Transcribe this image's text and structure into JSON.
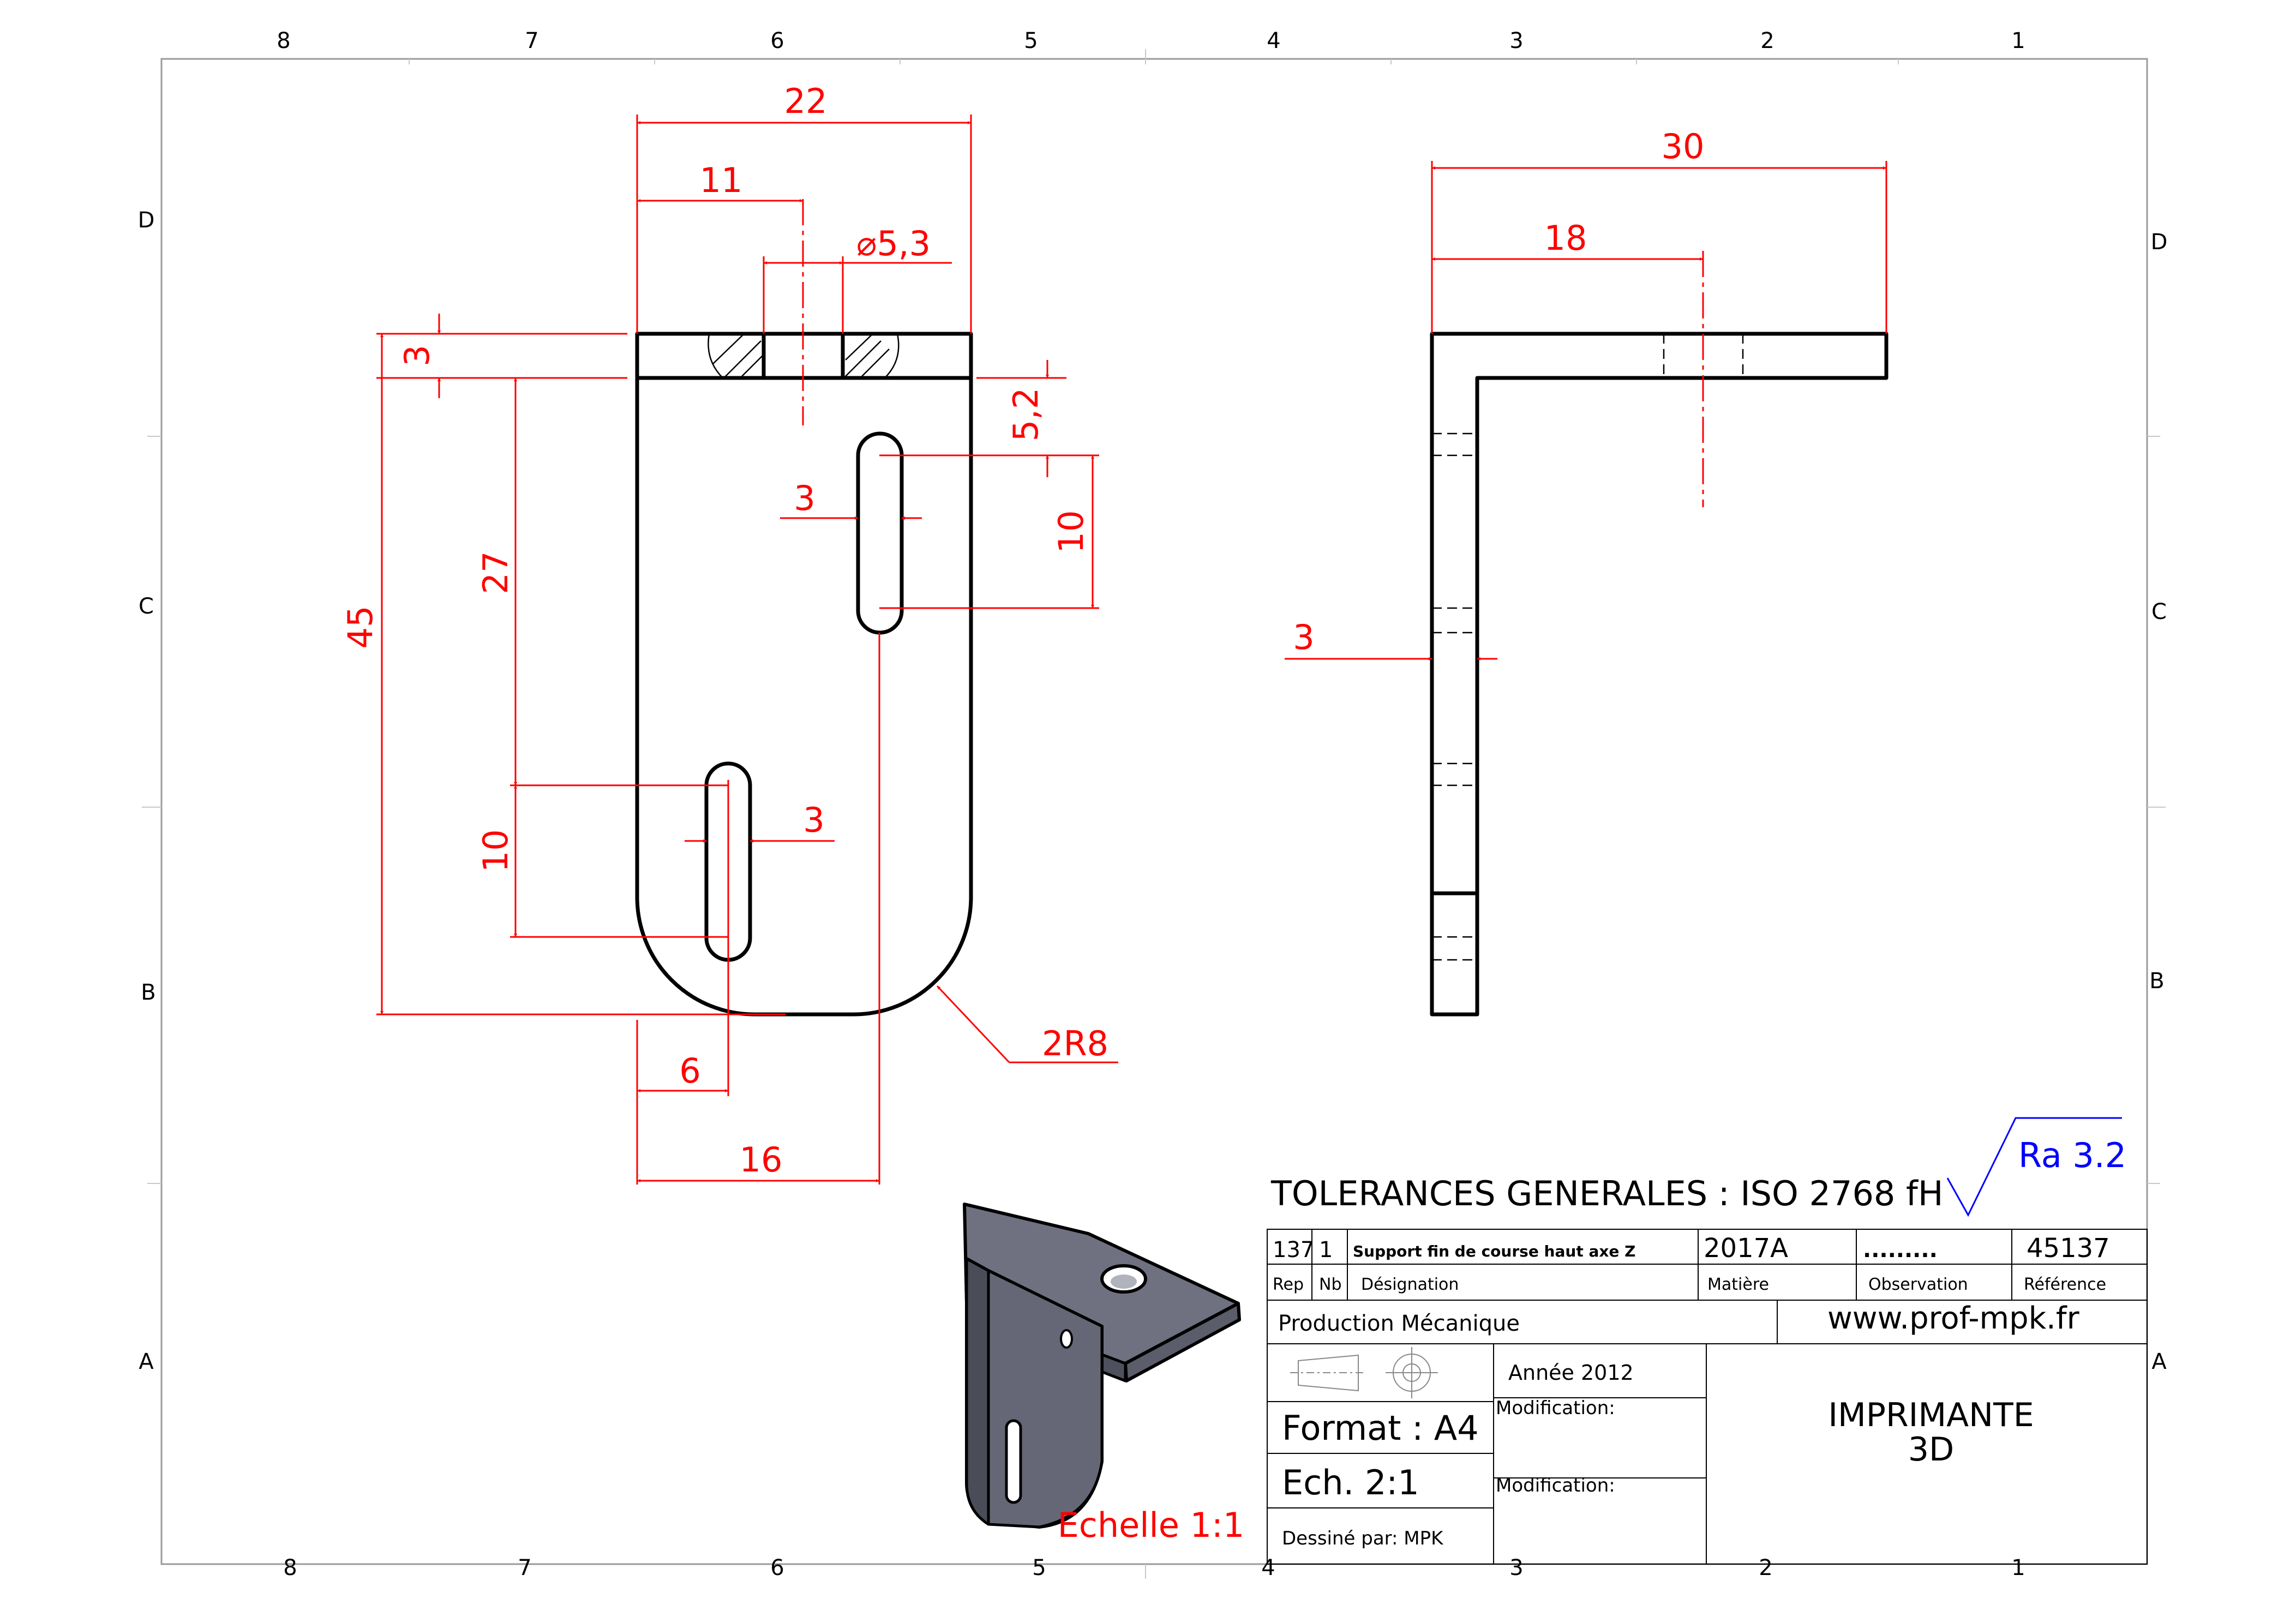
{
  "border": {
    "zones_top": [
      "8",
      "7",
      "6",
      "5",
      "4",
      "3",
      "2",
      "1"
    ],
    "zones_bottom": [
      "8",
      "7",
      "6",
      "5",
      "4",
      "3",
      "2",
      "1"
    ],
    "rows_left": [
      "D",
      "C",
      "B",
      "A"
    ],
    "rows_right": [
      "D",
      "C",
      "B",
      "A"
    ]
  },
  "front_view": {
    "dims": {
      "width_total": "22",
      "hole_offset": "11",
      "hole_dia": "⌀5,3",
      "thickness": "3",
      "overall_height": "45",
      "slot_lower_pos": "27",
      "slot_upper_width": "3",
      "slot_upper_offset": "5,2",
      "slot_upper_length": "10",
      "slot_lower_length": "10",
      "slot_lower_width": "3",
      "slot_lower_x": "6",
      "slot_upper_x": "16",
      "radius": "2R8"
    }
  },
  "side_view": {
    "dims": {
      "length": "30",
      "hole_offset": "18",
      "thickness": "3"
    }
  },
  "iso_view": {
    "scale_label": "Echelle 1:1",
    "color": "#6f7180"
  },
  "title_block": {
    "tolerances": "TOLERANCES GENERALES : ISO 2768 fH",
    "roughness": "Ra 3.2",
    "rep": "137",
    "nb": "1",
    "designation": "Support fin de course haut axe Z",
    "matiere": "2017A",
    "observation": ".........",
    "reference": "45137",
    "hdr_rep": "Rep",
    "hdr_nb": "Nb",
    "hdr_designation": "Désignation",
    "hdr_matiere": "Matière",
    "hdr_observation": "Observation",
    "hdr_reference": "Référence",
    "dept": "Production Mécanique",
    "website": "www.prof-mpk.fr",
    "year": "Année 2012",
    "format": "Format : A4",
    "scale": "Ech. 2:1",
    "drawn_by": "Dessiné par: MPK",
    "modification1": "Modification:",
    "modification2": "Modification:",
    "title_line1": "IMPRIMANTE",
    "title_line2": "3D"
  },
  "colors": {
    "dimension": "#ff0000",
    "roughness": "#0000ff",
    "object": "#000000"
  }
}
